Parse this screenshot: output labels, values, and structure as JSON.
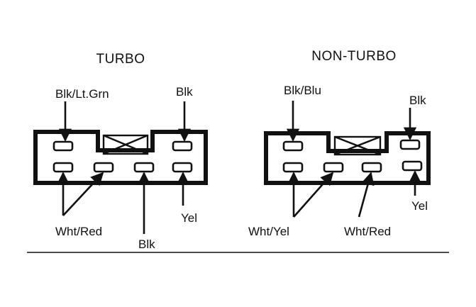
{
  "turbo": {
    "title": "TURBO",
    "labels": {
      "top_left": "Blk/Lt.Grn",
      "top_right": "Blk",
      "bottom_left": "Wht/Red",
      "bottom_mid": "Blk",
      "bottom_right": "Yel"
    }
  },
  "non_turbo": {
    "title": "NON-TURBO",
    "labels": {
      "top_left": "Blk/Blu",
      "top_right": "Blk",
      "bottom_left": "Wht/Yel",
      "bottom_mid": "Wht/Red",
      "bottom_right": "Yel"
    }
  }
}
